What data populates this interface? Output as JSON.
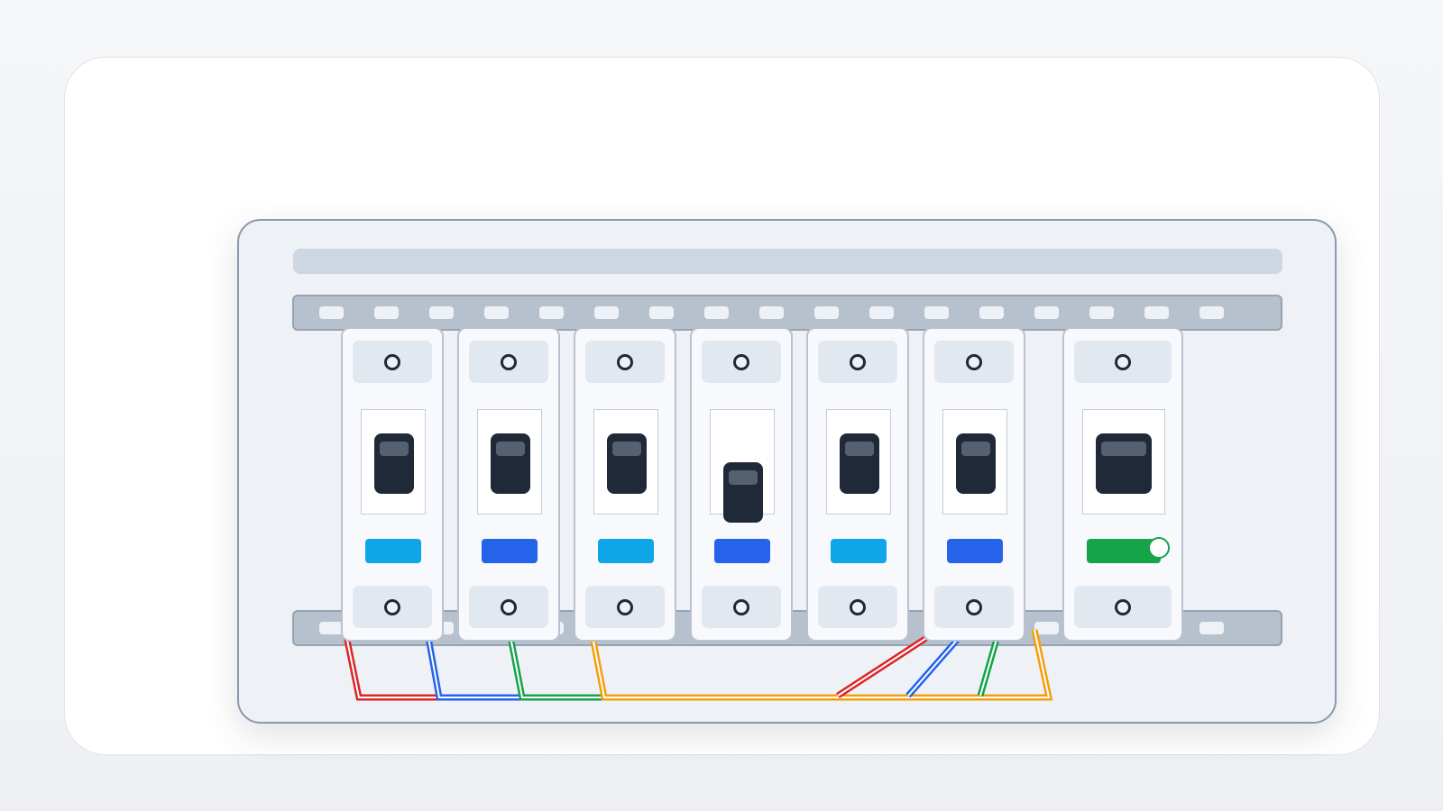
{
  "panel": {
    "breakers": [
      {
        "id": "breaker-1",
        "state": "on",
        "indicator_color": "#0ea5e9"
      },
      {
        "id": "breaker-2",
        "state": "on",
        "indicator_color": "#2563eb"
      },
      {
        "id": "breaker-3",
        "state": "on",
        "indicator_color": "#0ea5e9"
      },
      {
        "id": "breaker-4",
        "state": "off",
        "indicator_color": "#2563eb"
      },
      {
        "id": "breaker-5",
        "state": "on",
        "indicator_color": "#0ea5e9"
      },
      {
        "id": "breaker-6",
        "state": "on",
        "indicator_color": "#2563eb"
      },
      {
        "id": "main-breaker",
        "state": "on",
        "indicator_color": "#16a34a",
        "indicator_toggle": true
      }
    ],
    "wire_colors": [
      "#dc2626",
      "#2563eb",
      "#16a34a",
      "#f59e0b"
    ]
  }
}
